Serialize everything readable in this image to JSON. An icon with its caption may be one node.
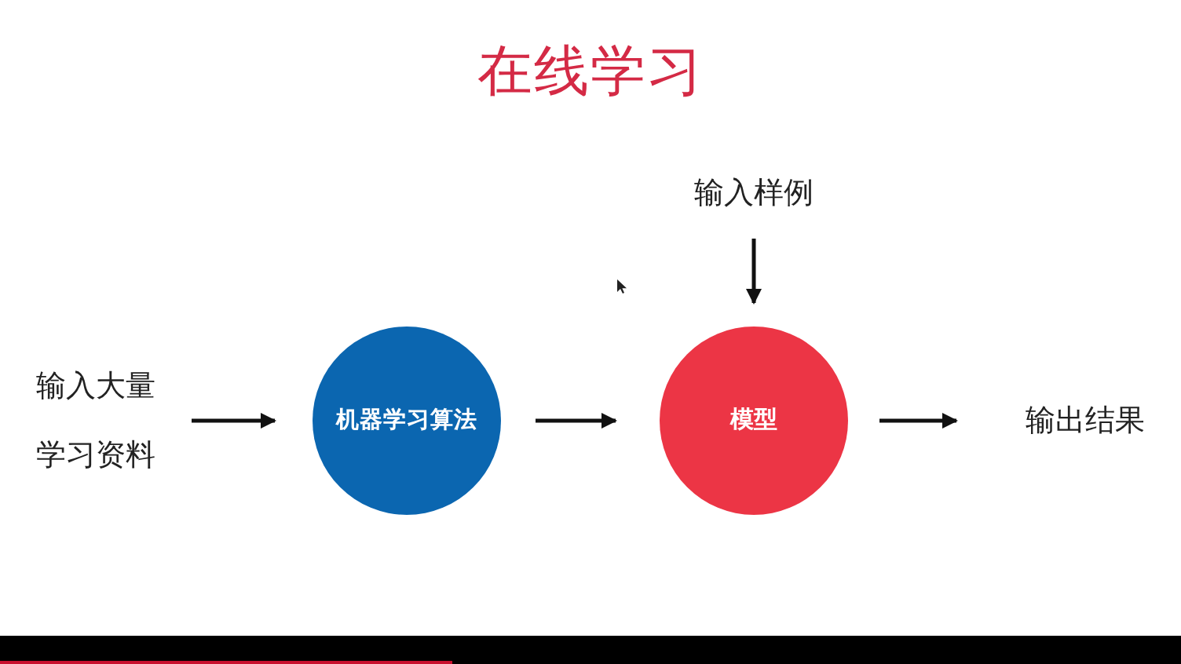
{
  "diagram": {
    "title": "在线学习",
    "nodes": [
      {
        "text": [
          "输入大量学习资料"
        ]
      },
      {
        "text": [
          "机器学习算法"
        ]
      },
      {
        "text": [
          "模型"
        ]
      },
      {
        "text": [
          "输入样例"
        ]
      },
      {
        "text": [
          "输出结果"
        ]
      }
    ],
    "edges": [
      {
        "from": 0,
        "to": 1,
        "arrow": "to"
      },
      {
        "from": 1,
        "to": 2,
        "arrow": "to"
      },
      {
        "from": 3,
        "to": 2,
        "arrow": "to"
      },
      {
        "from": 2,
        "to": 4,
        "arrow": "to"
      }
    ]
  }
}
